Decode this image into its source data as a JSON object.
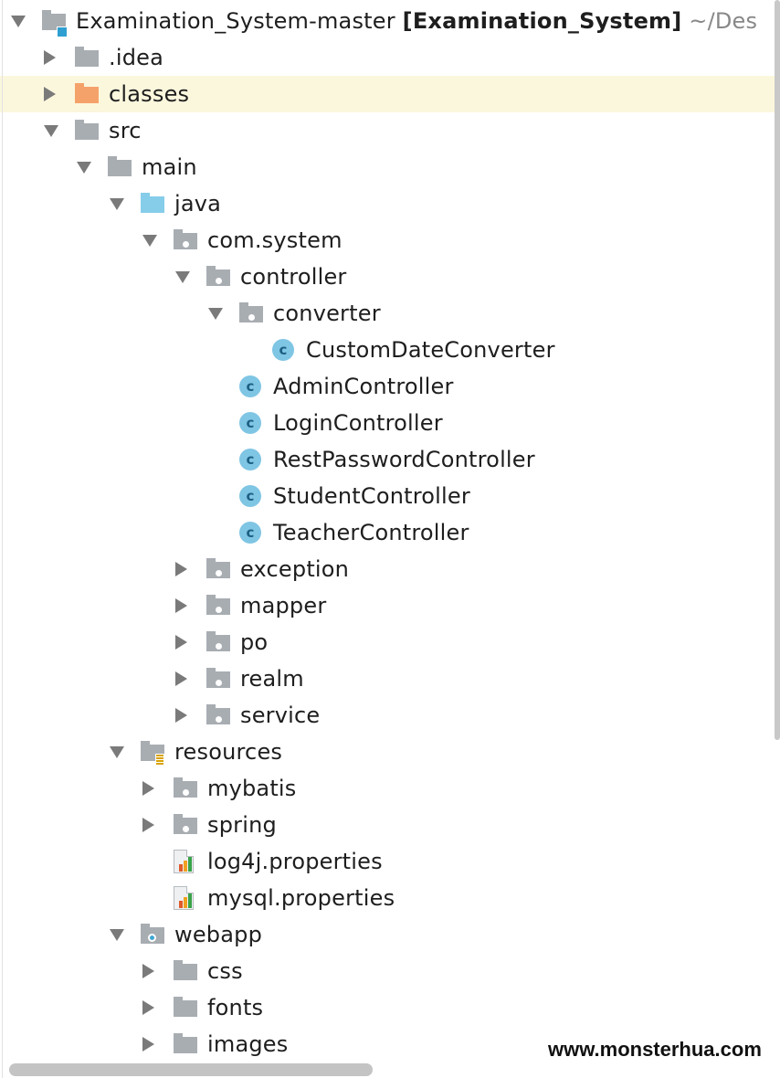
{
  "project": {
    "name": "Examination_System-master",
    "module": "[Examination_System]",
    "path": "~/Des"
  },
  "tree": [
    {
      "label": "Examination_System-master",
      "depth": 0,
      "arrow": "down",
      "icon": "module-folder-icon",
      "kind": "root"
    },
    {
      "label": ".idea",
      "depth": 1,
      "arrow": "right",
      "icon": "folder-icon"
    },
    {
      "label": "classes",
      "depth": 1,
      "arrow": "right",
      "icon": "excluded-folder-icon",
      "highlighted": true
    },
    {
      "label": "src",
      "depth": 1,
      "arrow": "down",
      "icon": "folder-icon"
    },
    {
      "label": "main",
      "depth": 2,
      "arrow": "down",
      "icon": "folder-icon"
    },
    {
      "label": "java",
      "depth": 3,
      "arrow": "down",
      "icon": "source-folder-icon"
    },
    {
      "label": "com.system",
      "depth": 4,
      "arrow": "down",
      "icon": "package-icon"
    },
    {
      "label": "controller",
      "depth": 5,
      "arrow": "down",
      "icon": "package-icon"
    },
    {
      "label": "converter",
      "depth": 6,
      "arrow": "down",
      "icon": "package-icon"
    },
    {
      "label": "CustomDateConverter",
      "depth": 7,
      "arrow": "none",
      "icon": "class-icon"
    },
    {
      "label": "AdminController",
      "depth": 6,
      "arrow": "none",
      "icon": "class-icon"
    },
    {
      "label": "LoginController",
      "depth": 6,
      "arrow": "none",
      "icon": "class-icon"
    },
    {
      "label": "RestPasswordController",
      "depth": 6,
      "arrow": "none",
      "icon": "class-icon"
    },
    {
      "label": "StudentController",
      "depth": 6,
      "arrow": "none",
      "icon": "class-icon"
    },
    {
      "label": "TeacherController",
      "depth": 6,
      "arrow": "none",
      "icon": "class-icon"
    },
    {
      "label": "exception",
      "depth": 5,
      "arrow": "right",
      "icon": "package-icon"
    },
    {
      "label": "mapper",
      "depth": 5,
      "arrow": "right",
      "icon": "package-icon"
    },
    {
      "label": "po",
      "depth": 5,
      "arrow": "right",
      "icon": "package-icon"
    },
    {
      "label": "realm",
      "depth": 5,
      "arrow": "right",
      "icon": "package-icon"
    },
    {
      "label": "service",
      "depth": 5,
      "arrow": "right",
      "icon": "package-icon"
    },
    {
      "label": "resources",
      "depth": 3,
      "arrow": "down",
      "icon": "resources-folder-icon"
    },
    {
      "label": "mybatis",
      "depth": 4,
      "arrow": "right",
      "icon": "package-icon"
    },
    {
      "label": "spring",
      "depth": 4,
      "arrow": "right",
      "icon": "package-icon"
    },
    {
      "label": "log4j.properties",
      "depth": 4,
      "arrow": "none",
      "icon": "properties-file-icon"
    },
    {
      "label": "mysql.properties",
      "depth": 4,
      "arrow": "none",
      "icon": "properties-file-icon"
    },
    {
      "label": "webapp",
      "depth": 3,
      "arrow": "down",
      "icon": "web-folder-icon"
    },
    {
      "label": "css",
      "depth": 4,
      "arrow": "right",
      "icon": "folder-icon"
    },
    {
      "label": "fonts",
      "depth": 4,
      "arrow": "right",
      "icon": "folder-icon"
    },
    {
      "label": "images",
      "depth": 4,
      "arrow": "right",
      "icon": "folder-icon"
    }
  ],
  "colors": {
    "folder": "#a8adb2",
    "excluded_folder": "#f5a26a",
    "source_folder": "#86cdea",
    "class_icon": "#7fc5e4",
    "highlight_row": "#fbf7dd"
  },
  "watermark": "www.monsterhua.com"
}
